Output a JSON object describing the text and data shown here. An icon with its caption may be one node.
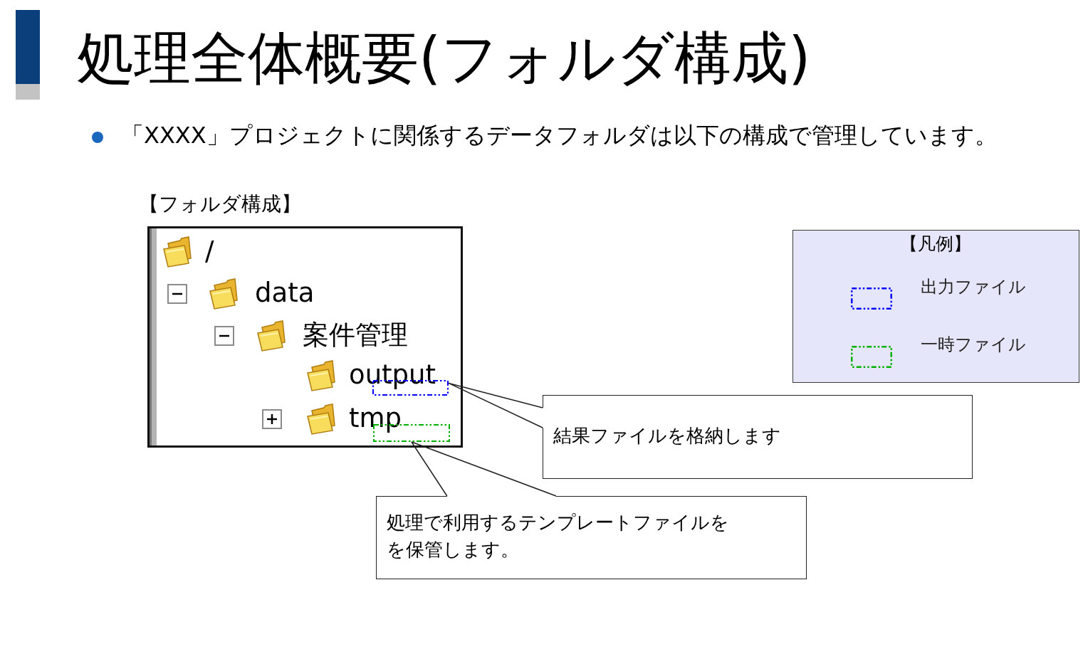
{
  "diagram": {
    "title": "処理全体概要(フォルダ構成)",
    "nodes": [
      {
        "text": [
          "【フォルダ構成】",
          "/",
          "data",
          "案件管理",
          "output",
          "tmp"
        ]
      },
      {
        "text": [],
        "shape": "box",
        "in": 0
      },
      {
        "text": [],
        "shape": "box",
        "in": 0
      },
      {
        "text": [
          "結果ファイルを格納します"
        ]
      },
      {
        "text": [
          "処理で利用するテンプレートファイルをを保管します。"
        ]
      }
    ],
    "edges": [
      {
        "from": 3,
        "to": 1,
        "arrow": "none"
      },
      {
        "from": 4,
        "to": 2,
        "arrow": "none"
      }
    ],
    "labels": [
      "「XXXX」プロジェクトに関係するデータフォルダは以下の構成で管理しています。",
      "【凡例】"
    ],
    "legend": [
      {
        "text": "出力ファイル",
        "color": "#0000ff"
      },
      {
        "text": "一時ファイル",
        "color": "#00b000"
      }
    ]
  }
}
